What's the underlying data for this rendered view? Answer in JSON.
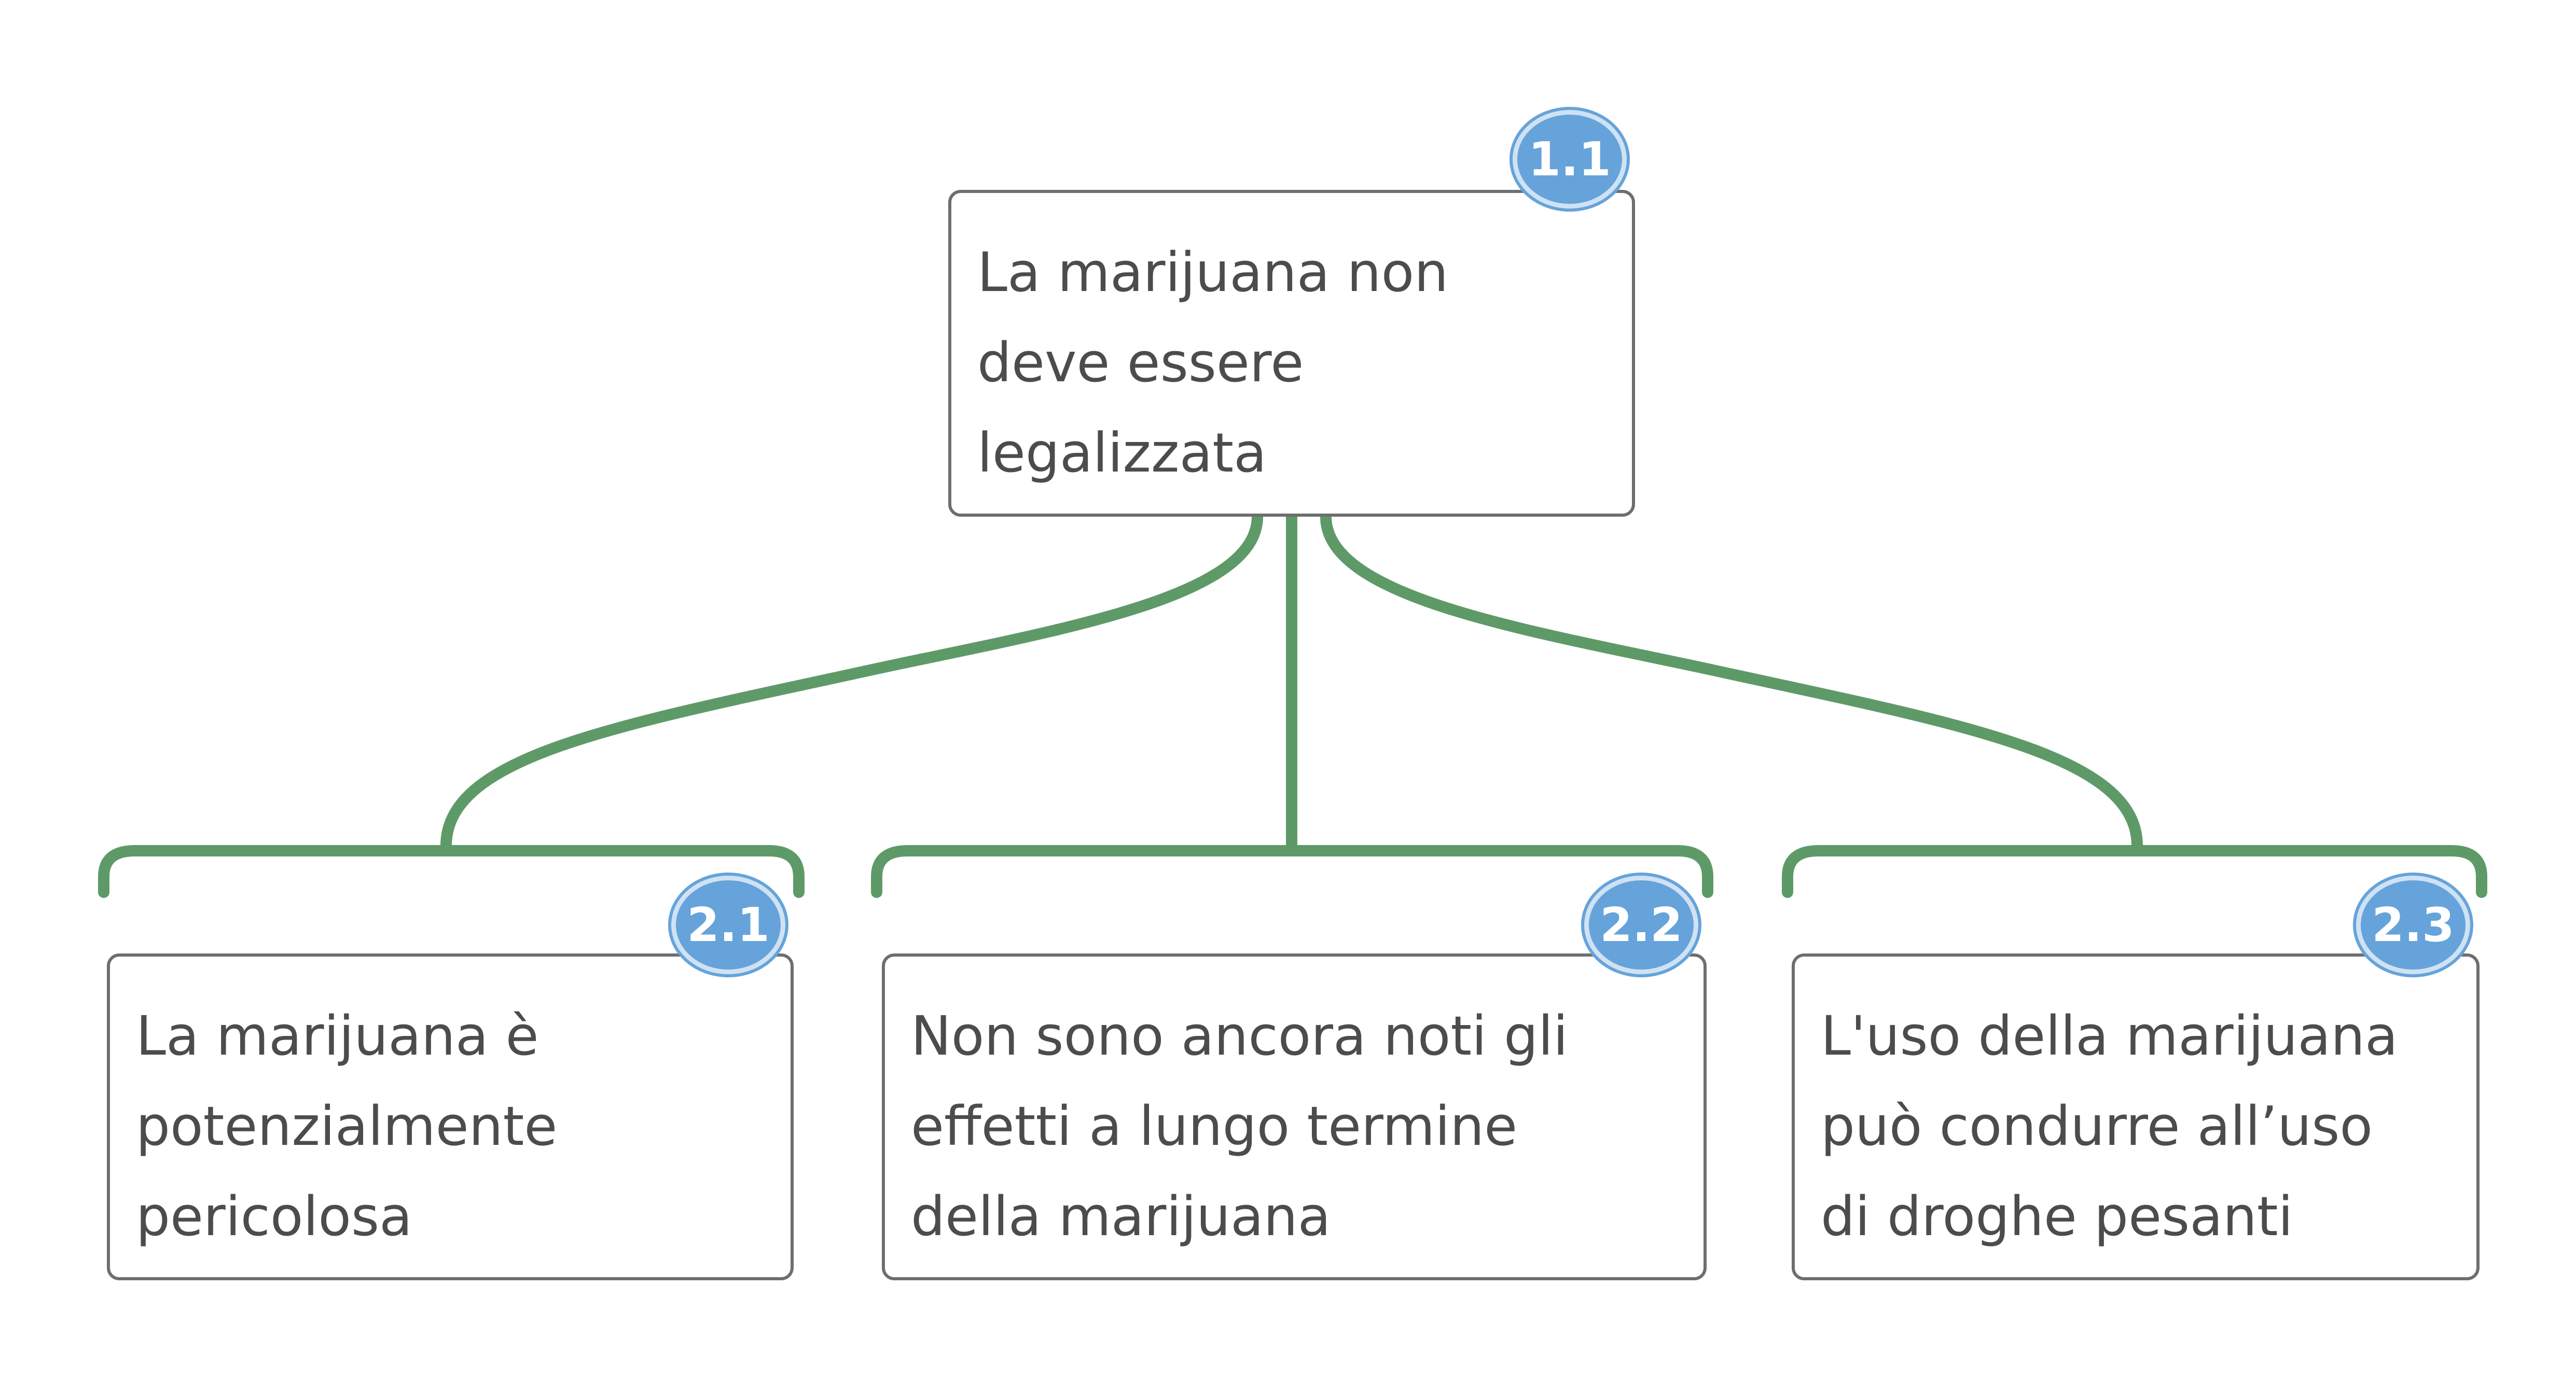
{
  "root": {
    "badge": "1.1",
    "lines": [
      "La marijuana non",
      "deve essere",
      "legalizzata"
    ]
  },
  "children": [
    {
      "badge": "2.1",
      "lines": [
        "La marijuana è",
        "potenzialmente",
        "pericolosa"
      ]
    },
    {
      "badge": "2.2",
      "lines": [
        "Non sono ancora noti gli",
        "effetti a lungo termine",
        "della marijuana"
      ]
    },
    {
      "badge": "2.3",
      "lines": [
        "L'uso della marijuana",
        "può condurre all’uso",
        "di droghe pesanti"
      ]
    }
  ],
  "colors": {
    "connector": "#5e9a68",
    "node_border": "#6e6e6e",
    "badge_fill": "#66a3da",
    "text": "#4c4c4c"
  }
}
